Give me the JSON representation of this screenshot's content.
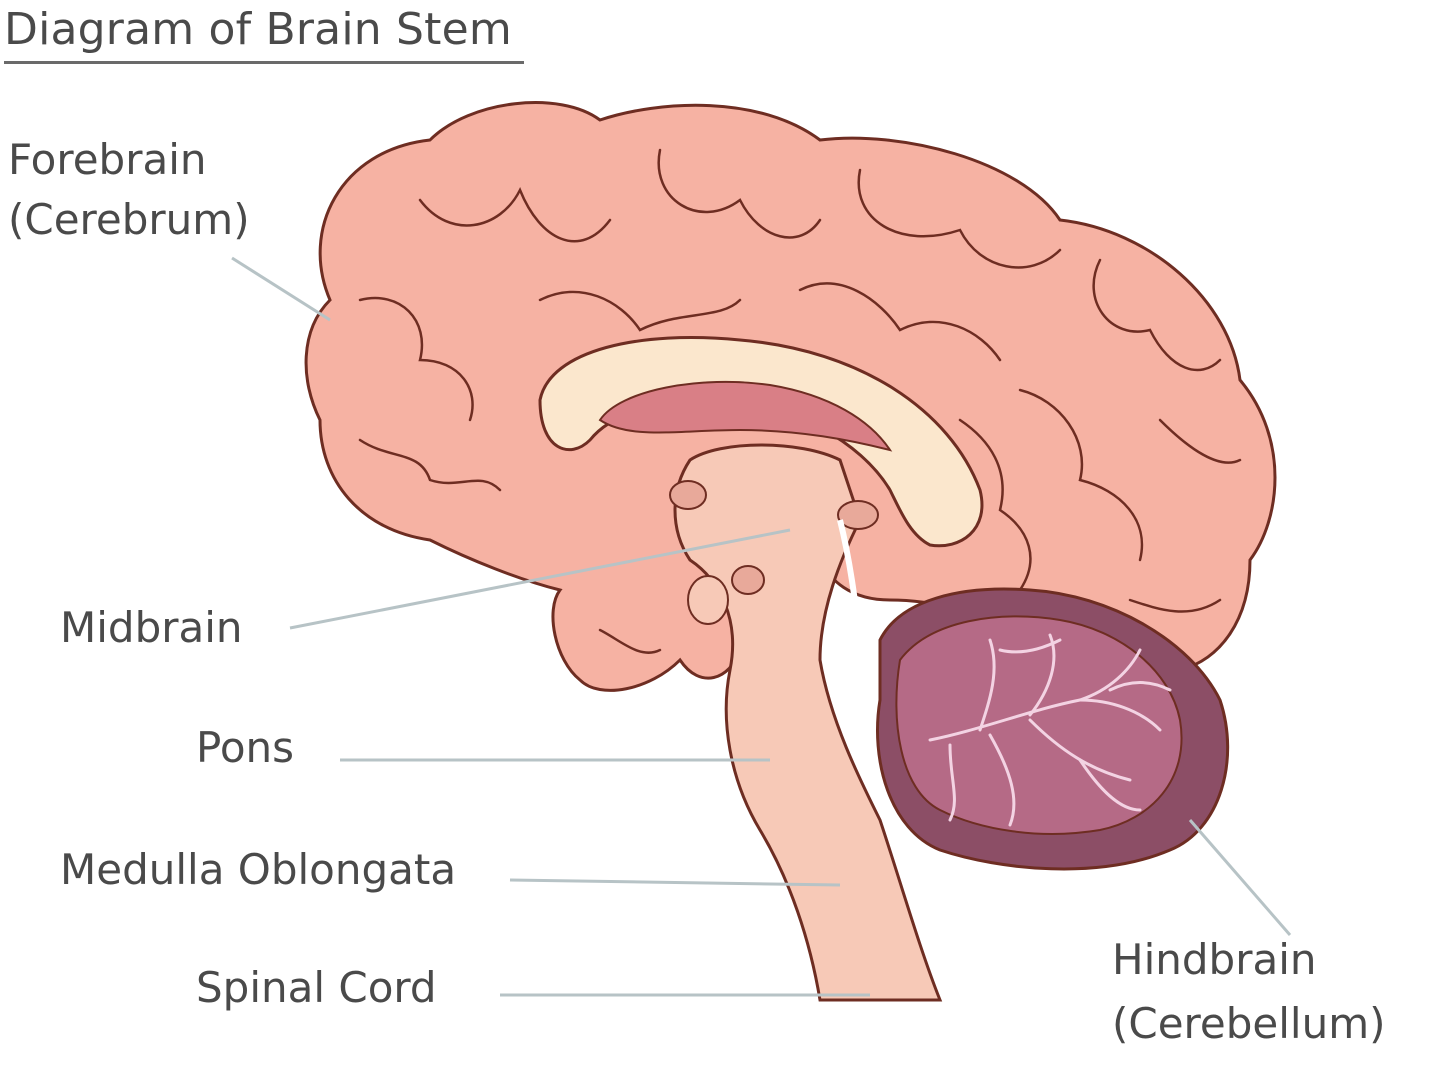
{
  "title": "Diagram of Brain Stem",
  "labels": {
    "forebrain": "Forebrain",
    "forebrain_sub": "(Cerebrum)",
    "midbrain": "Midbrain",
    "pons": "Pons",
    "medulla": "Medulla Oblongata",
    "spinal_cord": "Spinal Cord",
    "hindbrain": "Hindbrain",
    "hindbrain_sub": "(Cerebellum)"
  },
  "colors": {
    "cerebrum_fill": "#f6b2a3",
    "outline": "#6e2d22",
    "corpus_callosum": "#fbe7cd",
    "ventricle": "#d97f86",
    "brainstem_fill": "#f7c9b7",
    "cerebellum_fill": "#b56a86",
    "cerebellum_dark": "#8c4e66",
    "arbor_vitae": "#f3d3e3",
    "leader_line": "#b7c3c6"
  }
}
